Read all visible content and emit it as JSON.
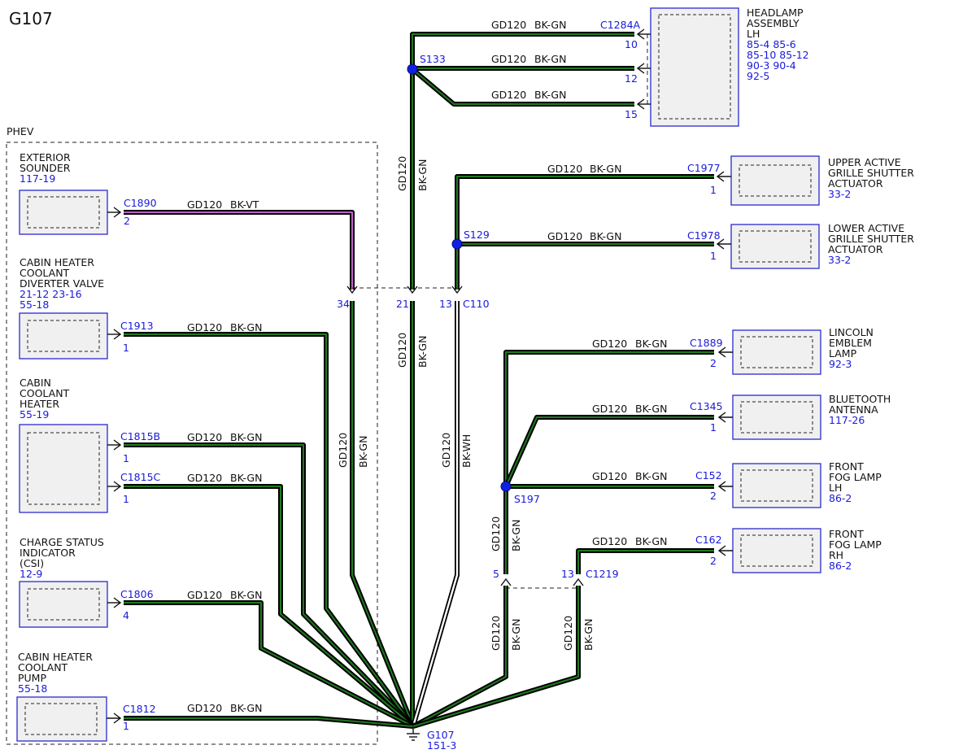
{
  "title": "G107",
  "phev_label": "PHEV",
  "ground": {
    "name": "G107",
    "ref": "151-3"
  },
  "wire_circuit": "GD120",
  "colors": {
    "wire_outline": "#000000",
    "green_stripe": "#1f7a1f",
    "violet_stripe": "#c060c8",
    "white_stripe": "#ffffff",
    "reference_text": "#1a1adb",
    "component_fill": "#f0f0f0",
    "component_border": "#2a2ad0",
    "splice_dot": "#1020e0"
  },
  "components": [
    {
      "id": "headlamp_lh",
      "name_lines": [
        "HEADLAMP",
        "ASSEMBLY",
        "LH"
      ],
      "ref_lines": [
        "85-4   85-6",
        "85-10 85-12",
        "90-3   90-4",
        "92-5"
      ],
      "connector": "C1284A",
      "pins": [
        "10",
        "12",
        "15"
      ]
    },
    {
      "id": "upper_grille",
      "name_lines": [
        "UPPER ACTIVE",
        "GRILLE SHUTTER",
        "ACTUATOR"
      ],
      "ref_lines": [
        "33-2"
      ],
      "connector": "C1977",
      "pins": [
        "1"
      ]
    },
    {
      "id": "lower_grille",
      "name_lines": [
        "LOWER ACTIVE",
        "GRILLE SHUTTER",
        "ACTUATOR"
      ],
      "ref_lines": [
        "33-2"
      ],
      "connector": "C1978",
      "pins": [
        "1"
      ]
    },
    {
      "id": "lincoln_emblem",
      "name_lines": [
        "LINCOLN",
        "EMBLEM",
        "LAMP"
      ],
      "ref_lines": [
        "92-3"
      ],
      "connector": "C1889",
      "pins": [
        "2"
      ]
    },
    {
      "id": "bluetooth_antenna",
      "name_lines": [
        "BLUETOOTH",
        "ANTENNA"
      ],
      "ref_lines": [
        "117-26"
      ],
      "connector": "C1345",
      "pins": [
        "1"
      ]
    },
    {
      "id": "fog_lh",
      "name_lines": [
        "FRONT",
        "FOG LAMP",
        "LH"
      ],
      "ref_lines": [
        "86-2"
      ],
      "connector": "C152",
      "pins": [
        "2"
      ]
    },
    {
      "id": "fog_rh",
      "name_lines": [
        "FRONT",
        "FOG LAMP",
        "RH"
      ],
      "ref_lines": [
        "86-2"
      ],
      "connector": "C162",
      "pins": [
        "2"
      ]
    },
    {
      "id": "exterior_sounder",
      "name_lines": [
        "EXTERIOR",
        "SOUNDER"
      ],
      "ref_lines": [
        "117-19"
      ],
      "connector": "C1890",
      "pins": [
        "2"
      ]
    },
    {
      "id": "diverter_valve",
      "name_lines": [
        "CABIN HEATER",
        "COOLANT",
        "DIVERTER VALVE"
      ],
      "ref_lines": [
        "21-12 23-16",
        "55-18"
      ],
      "connector": "C1913",
      "pins": [
        "1"
      ]
    },
    {
      "id": "coolant_heater",
      "name_lines": [
        "CABIN",
        "COOLANT",
        "HEATER"
      ],
      "ref_lines": [
        "55-19"
      ],
      "connector": "C1815B",
      "connector2": "C1815C",
      "pins": [
        "1",
        "1"
      ]
    },
    {
      "id": "csi",
      "name_lines": [
        "CHARGE STATUS",
        "INDICATOR",
        "(CSI)"
      ],
      "ref_lines": [
        "12-9"
      ],
      "connector": "C1806",
      "pins": [
        "4"
      ]
    },
    {
      "id": "heater_pump",
      "name_lines": [
        "CABIN HEATER",
        "COOLANT",
        "PUMP"
      ],
      "ref_lines": [
        "55-18"
      ],
      "connector": "C1812",
      "pins": [
        "1"
      ]
    }
  ],
  "splices": [
    "S133",
    "S129",
    "S197"
  ],
  "inline_connectors": [
    {
      "name": "C110",
      "pins": [
        "34",
        "21",
        "13"
      ]
    },
    {
      "name": "C1219",
      "pins": [
        "5",
        "13"
      ]
    }
  ],
  "wire_colors": {
    "bk_gn": "BK-GN",
    "bk_vt": "BK-VT",
    "bk_wh": "BK-WH"
  }
}
